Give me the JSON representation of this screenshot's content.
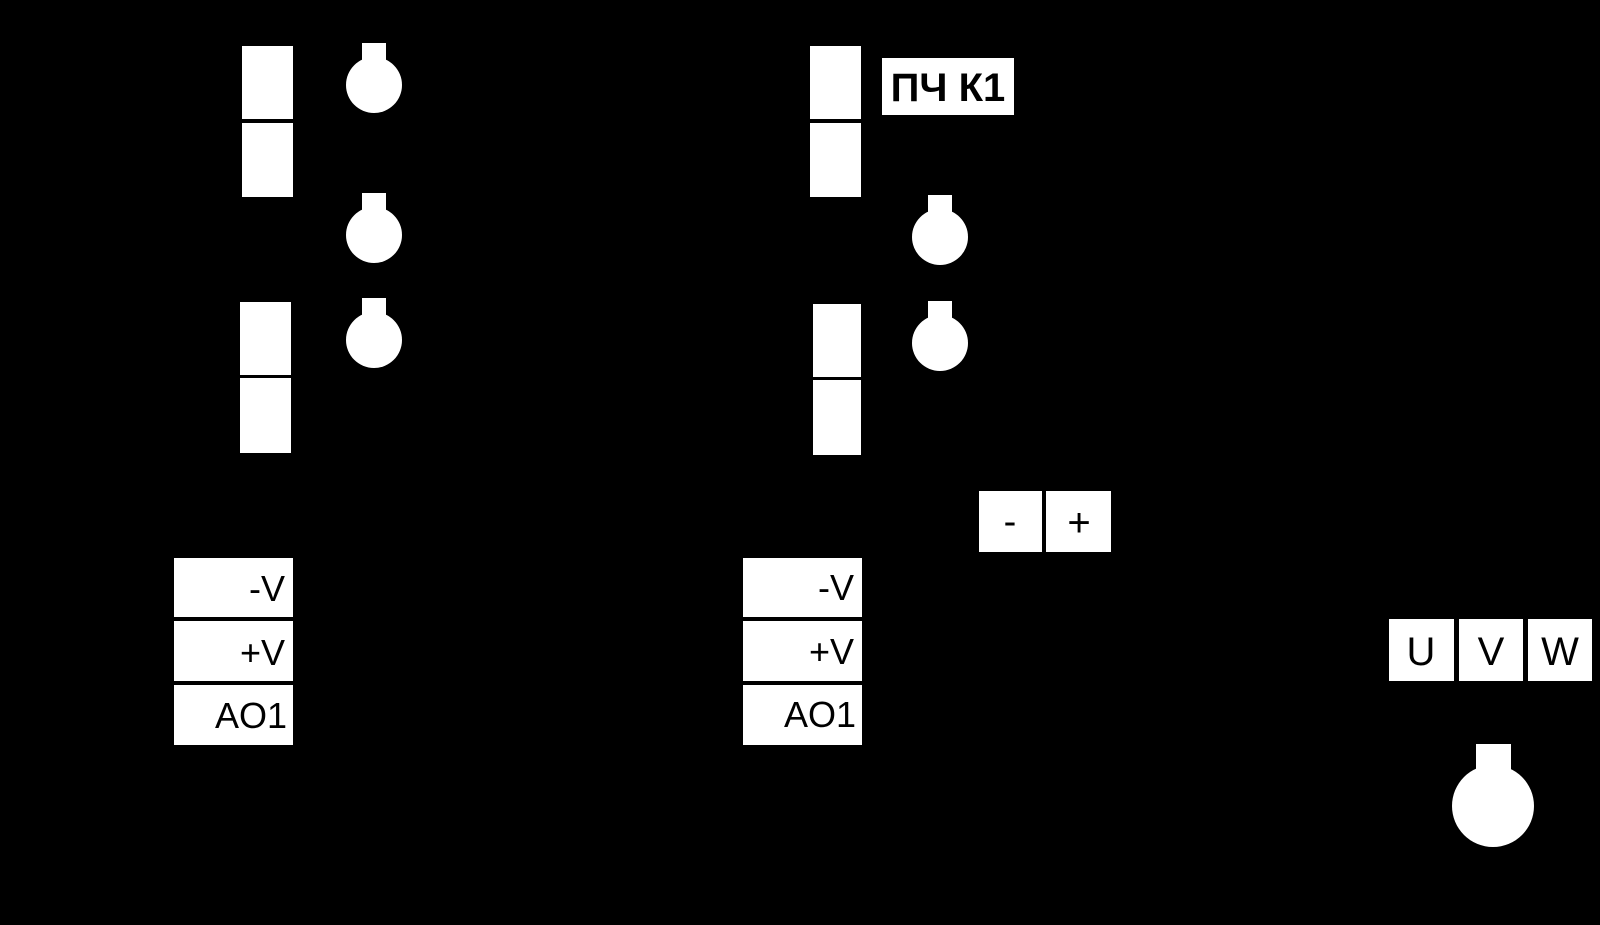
{
  "colors": {
    "background": "#000000",
    "element": "#ffffff",
    "text": "#000000"
  },
  "device_label": "ПЧ К1",
  "dc_terminals": {
    "minus": "-",
    "plus": "+"
  },
  "left_block": {
    "neg_v": "-V",
    "pos_v": "+V",
    "ao1": "AO1"
  },
  "right_block": {
    "neg_v": "-V",
    "pos_v": "+V",
    "ao1": "AO1"
  },
  "motor_terminals": {
    "u": "U",
    "v": "V",
    "w": "W"
  },
  "icons": {
    "sensor": "sensor-icon",
    "motor": "motor-icon"
  }
}
